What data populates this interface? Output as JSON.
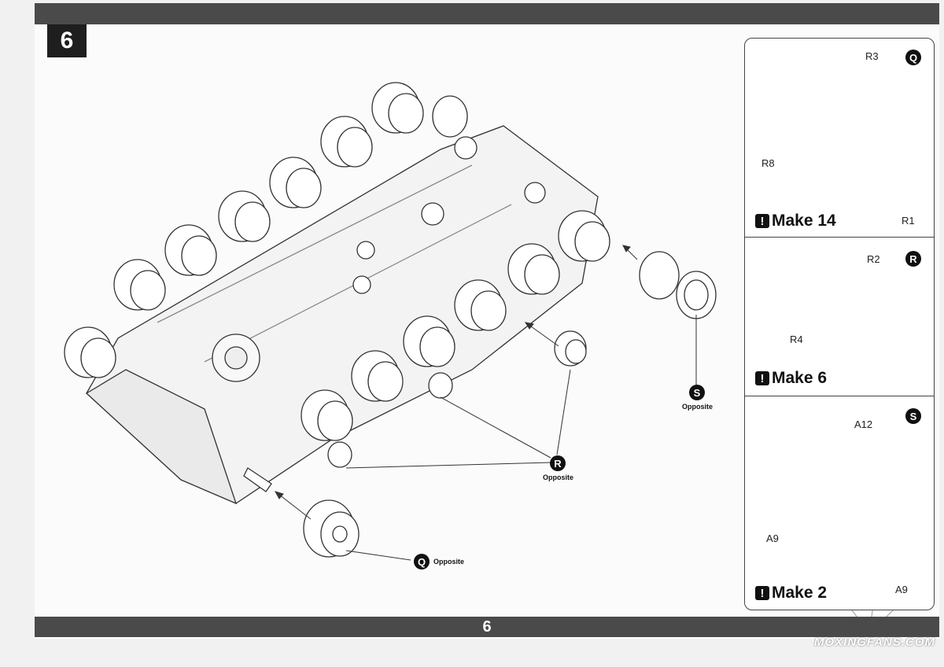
{
  "header": {
    "step_number": "6"
  },
  "footer": {
    "page_number": "6"
  },
  "main_drawing": {
    "callouts": [
      {
        "badge": "S",
        "text": "Opposite"
      },
      {
        "badge": "R",
        "text": "Opposite"
      },
      {
        "badge": "Q",
        "text": "Opposite"
      }
    ]
  },
  "side_panel": {
    "sections": [
      {
        "badge": "Q",
        "parts": [
          "R3",
          "R8",
          "R1"
        ],
        "make_text": "Make 14"
      },
      {
        "badge": "R",
        "parts": [
          "R2",
          "R4"
        ],
        "make_text": "Make 6"
      },
      {
        "badge": "S",
        "parts": [
          "A12",
          "A9",
          "A9"
        ],
        "make_text": "Make 2"
      }
    ],
    "make_icon": "!"
  },
  "watermark": "MOXINGFANS.COM",
  "colors": {
    "bar": "#4a4a4a",
    "ink": "#111111",
    "paper": "#fbfbfb"
  }
}
